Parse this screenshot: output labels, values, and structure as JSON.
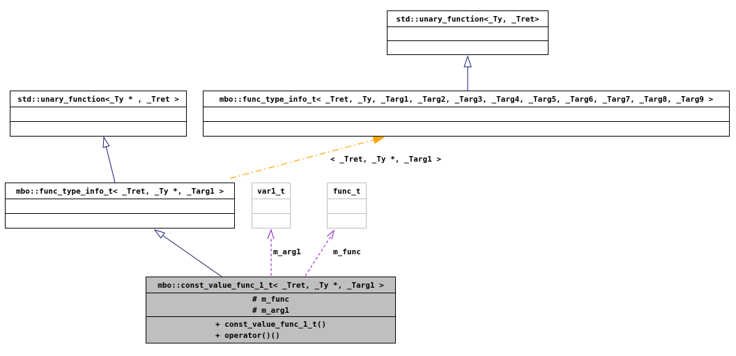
{
  "diagram": {
    "type": "uml-class-diagram",
    "nodes": {
      "unary_function_base": {
        "title": "std::unary_function<_Ty, _Tret>"
      },
      "unary_function_ptr": {
        "title": "std::unary_function<_Ty * , _Tret >"
      },
      "func_type_info_full": {
        "title": "mbo::func_type_info_t< _Tret, _Ty, _Targ1, _Targ2, _Targ3, _Targ4, _Targ5, _Targ6, _Targ7, _Targ8, _Targ9 >"
      },
      "func_type_info_spec": {
        "title": "mbo::func_type_info_t< _Tret, _Ty *, _Targ1 >"
      },
      "var1_t": {
        "title": "var1_t"
      },
      "func_t": {
        "title": "func_t"
      },
      "const_value_func": {
        "title": "mbo::const_value_func_1_t< _Tret, _Ty *, _Targ1 >",
        "attributes": [
          "# m_func",
          "# m_arg1"
        ],
        "methods": [
          "+ const_value_func_1_t()",
          "+ operator()()"
        ]
      }
    },
    "edge_labels": {
      "template_instantiation": "< _Tret, _Ty *, _Targ1 >",
      "m_arg1": "m_arg1",
      "m_func": "m_func"
    },
    "colors": {
      "inheritance_edge": "#191970",
      "usage_edge": "#9a32cd",
      "template_edge": "#ffa500",
      "box_border": "#000000",
      "muted_box_border": "#bebebe",
      "highlight_box_fill": "#bfbfbf"
    }
  }
}
